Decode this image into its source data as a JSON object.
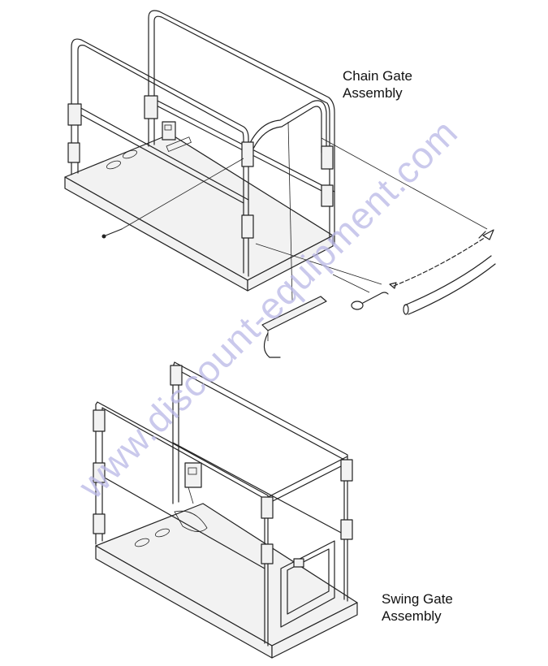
{
  "labels": {
    "chain_gate": [
      "Chain Gate",
      "Assembly"
    ],
    "swing_gate": [
      "Swing Gate",
      "Assembly"
    ]
  },
  "watermark": "www.discount-equipment.com"
}
